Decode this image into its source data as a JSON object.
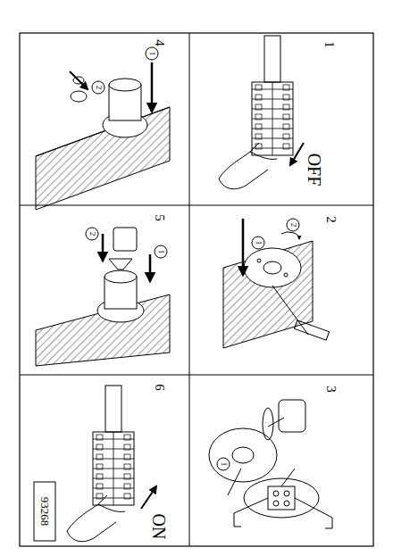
{
  "diagram": {
    "labels": [
      "1",
      "OFF",
      "2",
      "1",
      "2",
      "3",
      "1",
      "4",
      "1",
      "2",
      "5",
      "1",
      "2",
      "6",
      "ON",
      "93268"
    ]
  }
}
